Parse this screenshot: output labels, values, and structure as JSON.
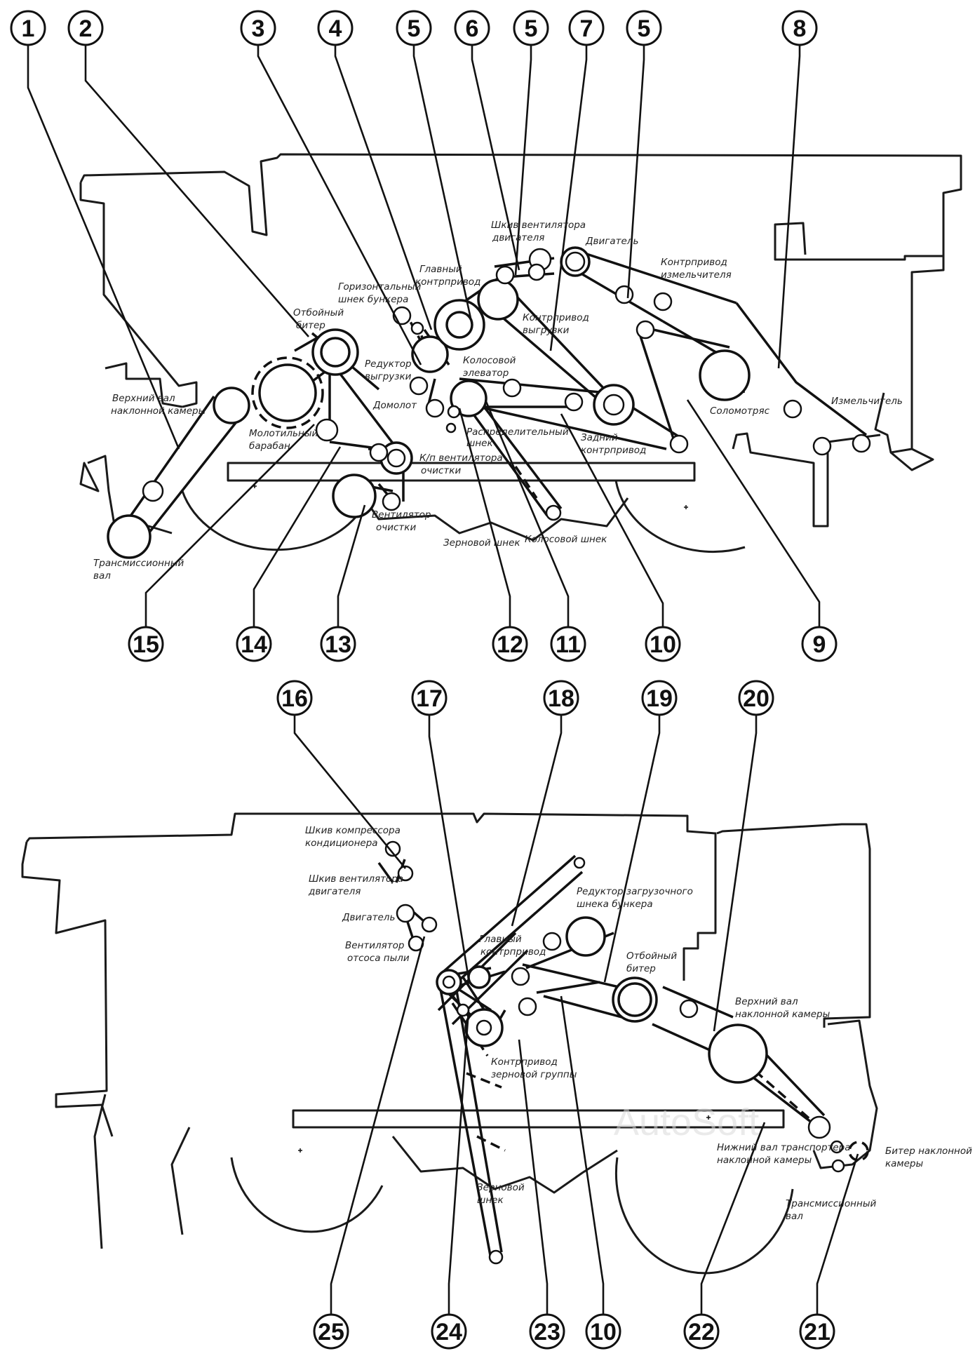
{
  "callouts": [
    "1",
    "2",
    "3",
    "4",
    "5",
    "6",
    "5",
    "7",
    "5",
    "8",
    "15",
    "14",
    "13",
    "12",
    "11",
    "10",
    "9",
    "16",
    "17",
    "18",
    "19",
    "20",
    "25",
    "24",
    "23",
    "10",
    "22",
    "21"
  ],
  "top_labels": {
    "engine_fan_pulley": [
      "Шкив вентилятора",
      "двигателя"
    ],
    "engine": "Двигатель",
    "chopper_countershaft": [
      "Контрпривод",
      "измельчителя"
    ],
    "main_countershaft": [
      "Главный",
      "контрпривод"
    ],
    "bunker_horizontal_auger": [
      "Горизонтальный",
      "шнек бункера"
    ],
    "unloading_countershaft": [
      "Контрпривод",
      "выгрузки"
    ],
    "beater": [
      "Отбойный",
      "битер"
    ],
    "unloading_reducer": [
      "Редуктор",
      "выгрузки"
    ],
    "tailings_elevator": [
      "Колосовой",
      "элеватор"
    ],
    "feeder_upper_shaft": [
      "Верхний вал",
      "наклонной камеры"
    ],
    "rethresher": "Домолот",
    "straw_walker": "Соломотряс",
    "chopper": "Измельчитель",
    "distribution_auger": [
      "Распределительный",
      "шнек"
    ],
    "rear_countershaft": [
      "Задний",
      "контрпривод"
    ],
    "threshing_drum": [
      "Молотильный",
      "барабан"
    ],
    "cleaning_fan_gearbox": [
      "К/п вентилятора",
      "очистки"
    ],
    "transmission_shaft": [
      "Трансмиссионный",
      "вал"
    ],
    "cleaning_fan": [
      "Вентилятор",
      "очистки"
    ],
    "grain_auger": "Зерновой шнек",
    "tailings_auger": "Колосовой шнек"
  },
  "bottom_labels": {
    "ac_compressor_pulley": [
      "Шкив компрессора",
      "кондиционера"
    ],
    "engine_fan_pulley": [
      "Шкив вентилятора",
      "двигателя"
    ],
    "engine": "Двигатель",
    "dust_fan": [
      "Вентилятор",
      "отсоса пыли"
    ],
    "bunker_loading_reducer": [
      "Редуктор загрузочного",
      "шнека бункера"
    ],
    "main_countershaft": [
      "Главный",
      "контрпривод"
    ],
    "beater": [
      "Отбойный",
      "битер"
    ],
    "feeder_upper_shaft": [
      "Верхний вал",
      "наклонной камеры"
    ],
    "grain_group_countershaft": [
      "Контрпривод",
      "зерновой группы"
    ],
    "feeder_lower_shaft": [
      "Нижний вал транспортера",
      "наклонной камеры"
    ],
    "feeder_beater": [
      "Битер наклонной",
      "камеры"
    ],
    "transmission_shaft": [
      "Трансмиссионный",
      "вал"
    ],
    "grain_auger": [
      "Зерновой",
      "шнек"
    ]
  },
  "watermark": "AutoSoft"
}
